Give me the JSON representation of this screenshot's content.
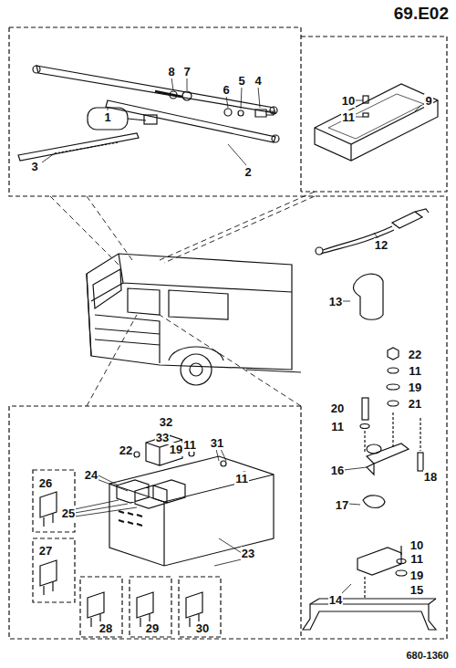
{
  "diagram": {
    "title": "69.E02",
    "caption": "680-1360",
    "labels": [
      "1",
      "2",
      "3",
      "4",
      "5",
      "6",
      "7",
      "8",
      "10",
      "11",
      "9",
      "12",
      "13",
      "22",
      "11",
      "19",
      "21",
      "20",
      "11",
      "16",
      "18",
      "17",
      "10",
      "11",
      "19",
      "15",
      "14",
      "32",
      "33",
      "22",
      "19",
      "11",
      "31",
      "11",
      "24",
      "26",
      "25",
      "23",
      "27",
      "28",
      "29",
      "30"
    ]
  }
}
